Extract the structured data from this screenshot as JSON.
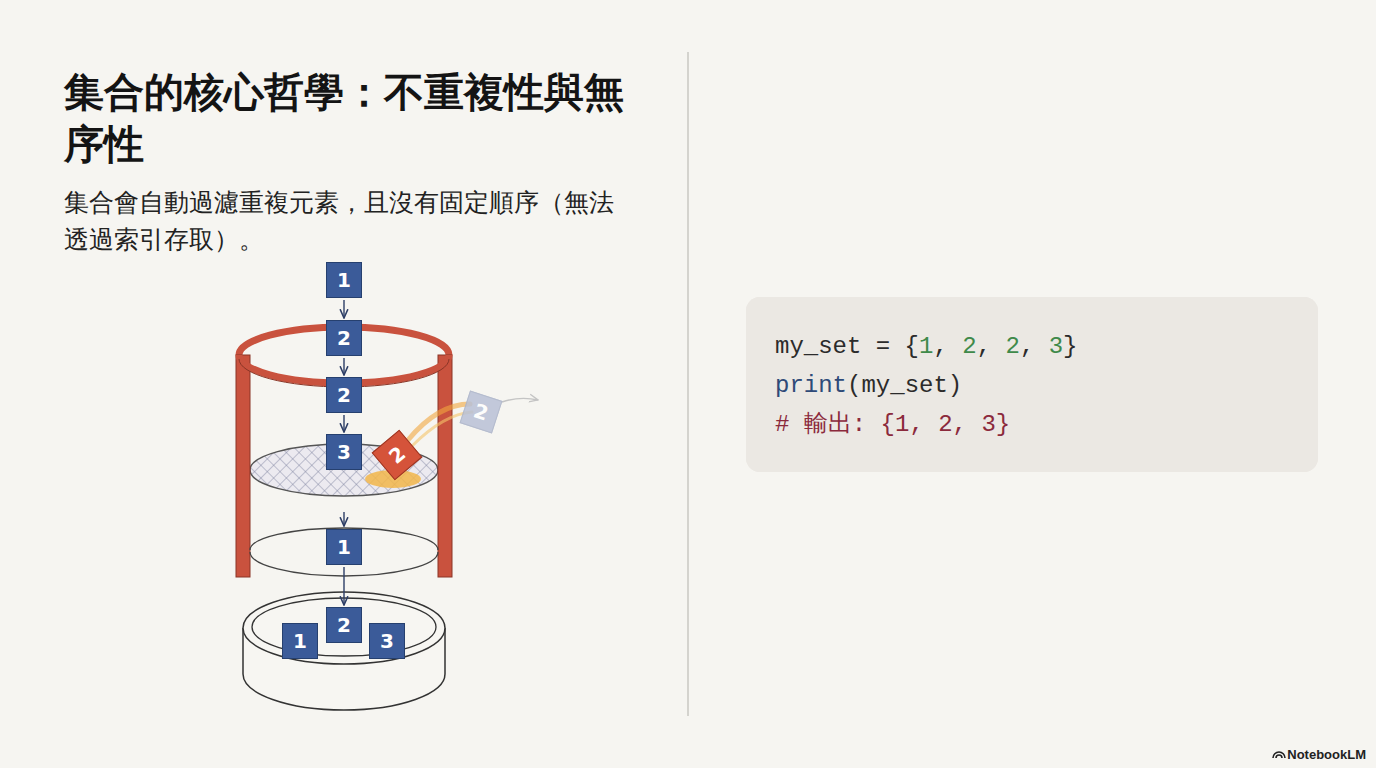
{
  "diagram": {
    "title": "集合的核心哲學：不重複性與無序性",
    "nodes": [
      {
        "text": [
          "1"
        ]
      },
      {
        "text": [
          "2"
        ]
      },
      {
        "text": [
          "2"
        ]
      },
      {
        "text": [
          "3"
        ]
      },
      {
        "text": [
          "2"
        ]
      },
      {
        "text": [
          "2"
        ]
      },
      {
        "text": [
          "1"
        ]
      },
      {
        "text": [
          "2"
        ]
      },
      {
        "text": [
          "1"
        ]
      },
      {
        "text": [
          "3"
        ]
      },
      {
        "text": [
          "my_set = {1, 2, 2, 3}",
          "print(my_set)",
          "# 輸出: {1, 2, 3}"
        ]
      }
    ],
    "edges": [
      {
        "from": 0,
        "to": 1,
        "arrow": "to"
      },
      {
        "from": 1,
        "to": 2,
        "arrow": "to"
      },
      {
        "from": 2,
        "to": 3,
        "arrow": "to"
      },
      {
        "from": 6,
        "to": 7,
        "arrow": "to"
      }
    ],
    "labels": [
      "集合會自動過濾重複元素，且沒有固定順序（無法透過索引存取）。",
      "NotebookLM"
    ]
  }
}
